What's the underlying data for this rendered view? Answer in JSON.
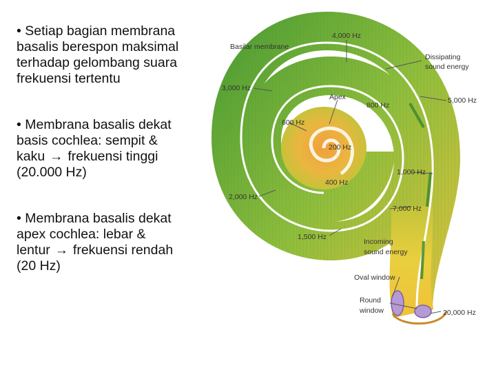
{
  "bullets": [
    {
      "lines": [
        "• Setiap bagian membrana",
        "basalis berespon maksimal",
        "terhadap gelombang suara",
        "frekuensi tertentu"
      ]
    },
    {
      "lines": [
        "• Membrana basalis dekat",
        "basis cochlea: sempit &"
      ],
      "arrow_line": {
        "before": "kaku",
        "after": "frekuensi tinggi"
      },
      "tail": "(20.000 Hz)"
    },
    {
      "lines": [
        "• Membrana basalis dekat",
        "apex cochlea: lebar &"
      ],
      "arrow_line": {
        "before": "lentur",
        "after": "frekuensi rendah"
      },
      "tail": "(20 Hz)"
    }
  ],
  "diagram": {
    "labels": {
      "basilar": "Basilar membrane",
      "f4000": "4,000 Hz",
      "dissipating1": "Dissipating",
      "dissipating2": "sound energy",
      "f3000": "3,000 Hz",
      "apex": "Apex",
      "f800": "800 Hz",
      "f5000": "5,000 Hz",
      "f600": "600 Hz",
      "f200": "200 Hz",
      "f400": "400 Hz",
      "f1000": "1,000 Hz",
      "f2000": "2,000 Hz",
      "f7000": "7,000 Hz",
      "f1500": "1,500 Hz",
      "incoming1": "Incoming",
      "incoming2": "sound energy",
      "oval": "Oval window",
      "round1": "Round",
      "round2": "window",
      "f20000": "20,000 Hz"
    },
    "colors": {
      "outer_green": "#5aa83a",
      "mid_yellow": "#e8c93a",
      "inner_orange": "#e98a2a",
      "window_purple": "#b59ad6",
      "text": "#333333"
    }
  }
}
